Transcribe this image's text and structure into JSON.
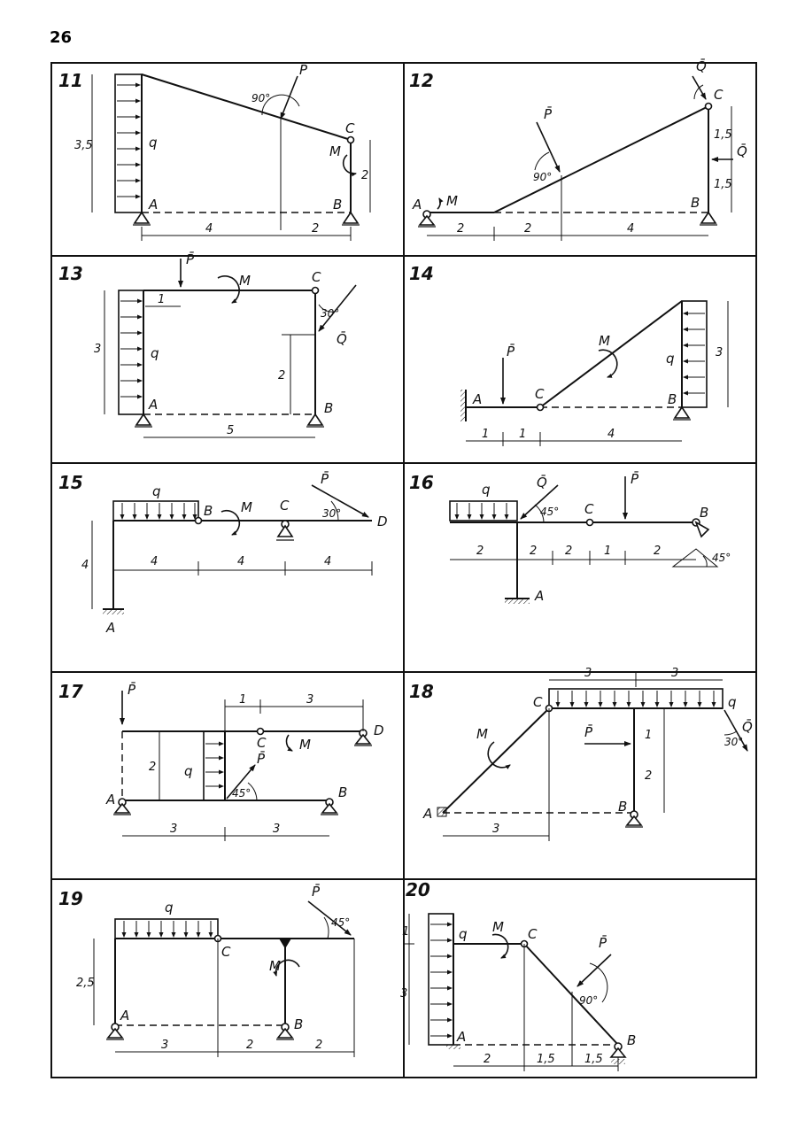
{
  "page": {
    "number": "26"
  },
  "problems": [
    {
      "id": "p11",
      "number": "11",
      "points": {
        "A": "A",
        "B": "B",
        "C": "C"
      },
      "loads": {
        "q": "q",
        "P": "P̄",
        "M": "M"
      },
      "dims": [
        "3,5",
        "4",
        "2",
        "2"
      ],
      "angles": [
        "90°"
      ]
    },
    {
      "id": "p12",
      "number": "12",
      "points": {
        "A": "A",
        "B": "B",
        "C": "C"
      },
      "loads": {
        "P": "P̄",
        "Q": "Q̄",
        "Q2": "Q̄",
        "M": "M"
      },
      "dims": [
        "2",
        "2",
        "4",
        "1,5",
        "1,5"
      ],
      "angles": [
        "90°"
      ]
    },
    {
      "id": "p13",
      "number": "13",
      "points": {
        "A": "A",
        "B": "B",
        "C": "C"
      },
      "loads": {
        "q": "q",
        "P": "P̄",
        "Q": "Q̄",
        "M": "M"
      },
      "dims": [
        "3",
        "1",
        "5",
        "2"
      ],
      "angles": [
        "30°"
      ]
    },
    {
      "id": "p14",
      "number": "14",
      "points": {
        "A": "A",
        "B": "B",
        "C": "C"
      },
      "loads": {
        "q": "q",
        "P": "P̄",
        "M": "M"
      },
      "dims": [
        "1",
        "1",
        "4",
        "3"
      ],
      "angles": []
    },
    {
      "id": "p15",
      "number": "15",
      "points": {
        "A": "A",
        "B": "B",
        "C": "C",
        "D": "D"
      },
      "loads": {
        "q": "q",
        "P": "P̄",
        "M": "M"
      },
      "dims": [
        "4",
        "4",
        "4",
        "4"
      ],
      "angles": [
        "30°"
      ]
    },
    {
      "id": "p16",
      "number": "16",
      "points": {
        "A": "A",
        "B": "B",
        "C": "C"
      },
      "loads": {
        "q": "q",
        "Q": "Q̄",
        "P": "P̄"
      },
      "dims": [
        "2",
        "2",
        "2",
        "1",
        "2"
      ],
      "angles": [
        "45°",
        "45°"
      ]
    },
    {
      "id": "p17",
      "number": "17",
      "points": {
        "A": "A",
        "B": "B",
        "C": "C",
        "D": "D"
      },
      "loads": {
        "q": "q",
        "P": "P̄",
        "P2": "P̄",
        "M": "M"
      },
      "dims": [
        "1",
        "3",
        "2",
        "3",
        "3"
      ],
      "angles": [
        "45°"
      ]
    },
    {
      "id": "p18",
      "number": "18",
      "points": {
        "A": "A",
        "B": "B",
        "C": "C"
      },
      "loads": {
        "q": "q",
        "P": "P̄",
        "Q": "Q̄",
        "M": "M"
      },
      "dims": [
        "3",
        "3",
        "1",
        "2",
        "3"
      ],
      "angles": [
        "30°"
      ]
    },
    {
      "id": "p19",
      "number": "19",
      "points": {
        "A": "A",
        "B": "B",
        "C": "C"
      },
      "loads": {
        "q": "q",
        "P": "P̄",
        "M": "M"
      },
      "dims": [
        "2,5",
        "3",
        "2",
        "2"
      ],
      "angles": [
        "45°"
      ]
    },
    {
      "id": "p20",
      "number": "20",
      "points": {
        "A": "A",
        "B": "B",
        "C": "C"
      },
      "loads": {
        "q": "q",
        "P": "P̄",
        "M": "M"
      },
      "dims": [
        "1",
        "3",
        "2",
        "1,5",
        "1,5"
      ],
      "angles": [
        "90°"
      ]
    }
  ]
}
